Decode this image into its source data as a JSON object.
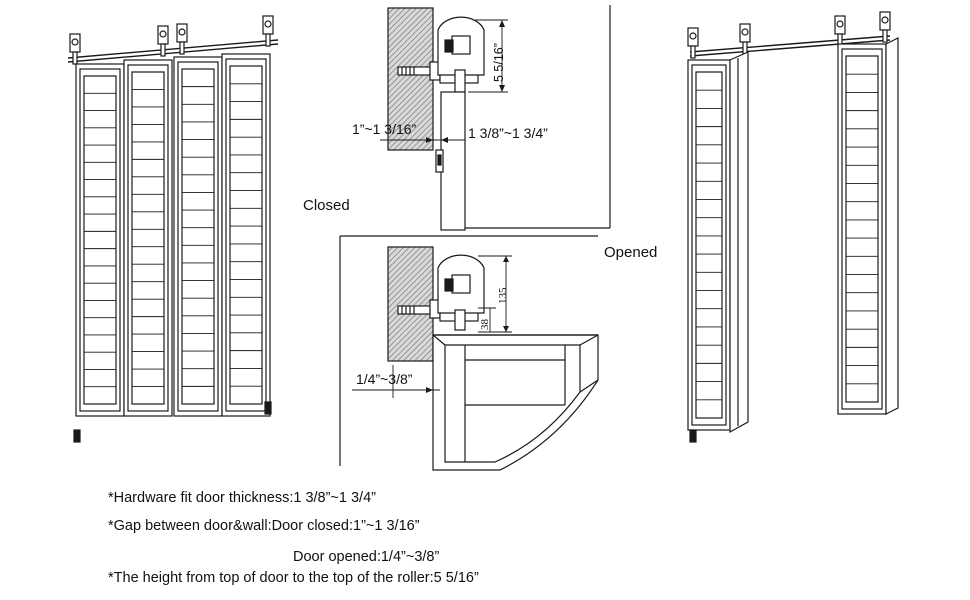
{
  "labels": {
    "closed": "Closed",
    "opened": "Opened"
  },
  "dimensions": {
    "roller_height": "5 5/16”",
    "gap_closed": "1”~1 3/16”",
    "door_thickness": "1 3/8”~1 3/4”",
    "gap_opened": "1/4”~3/8”",
    "mm_135": "135",
    "mm_38": "38"
  },
  "notes": {
    "thickness": "*Hardware fit door thickness:1 3/8”~1 3/4”",
    "gap_closed": "*Gap between door&wall:Door closed:1”~1 3/16”",
    "gap_opened": "Door opened:1/4”~3/8”",
    "height": "*The height from top of door to the top of the roller:5 5/16”"
  },
  "colors": {
    "line": "#1a1a1a",
    "wall_hatch": "#555555",
    "background": "#ffffff"
  }
}
